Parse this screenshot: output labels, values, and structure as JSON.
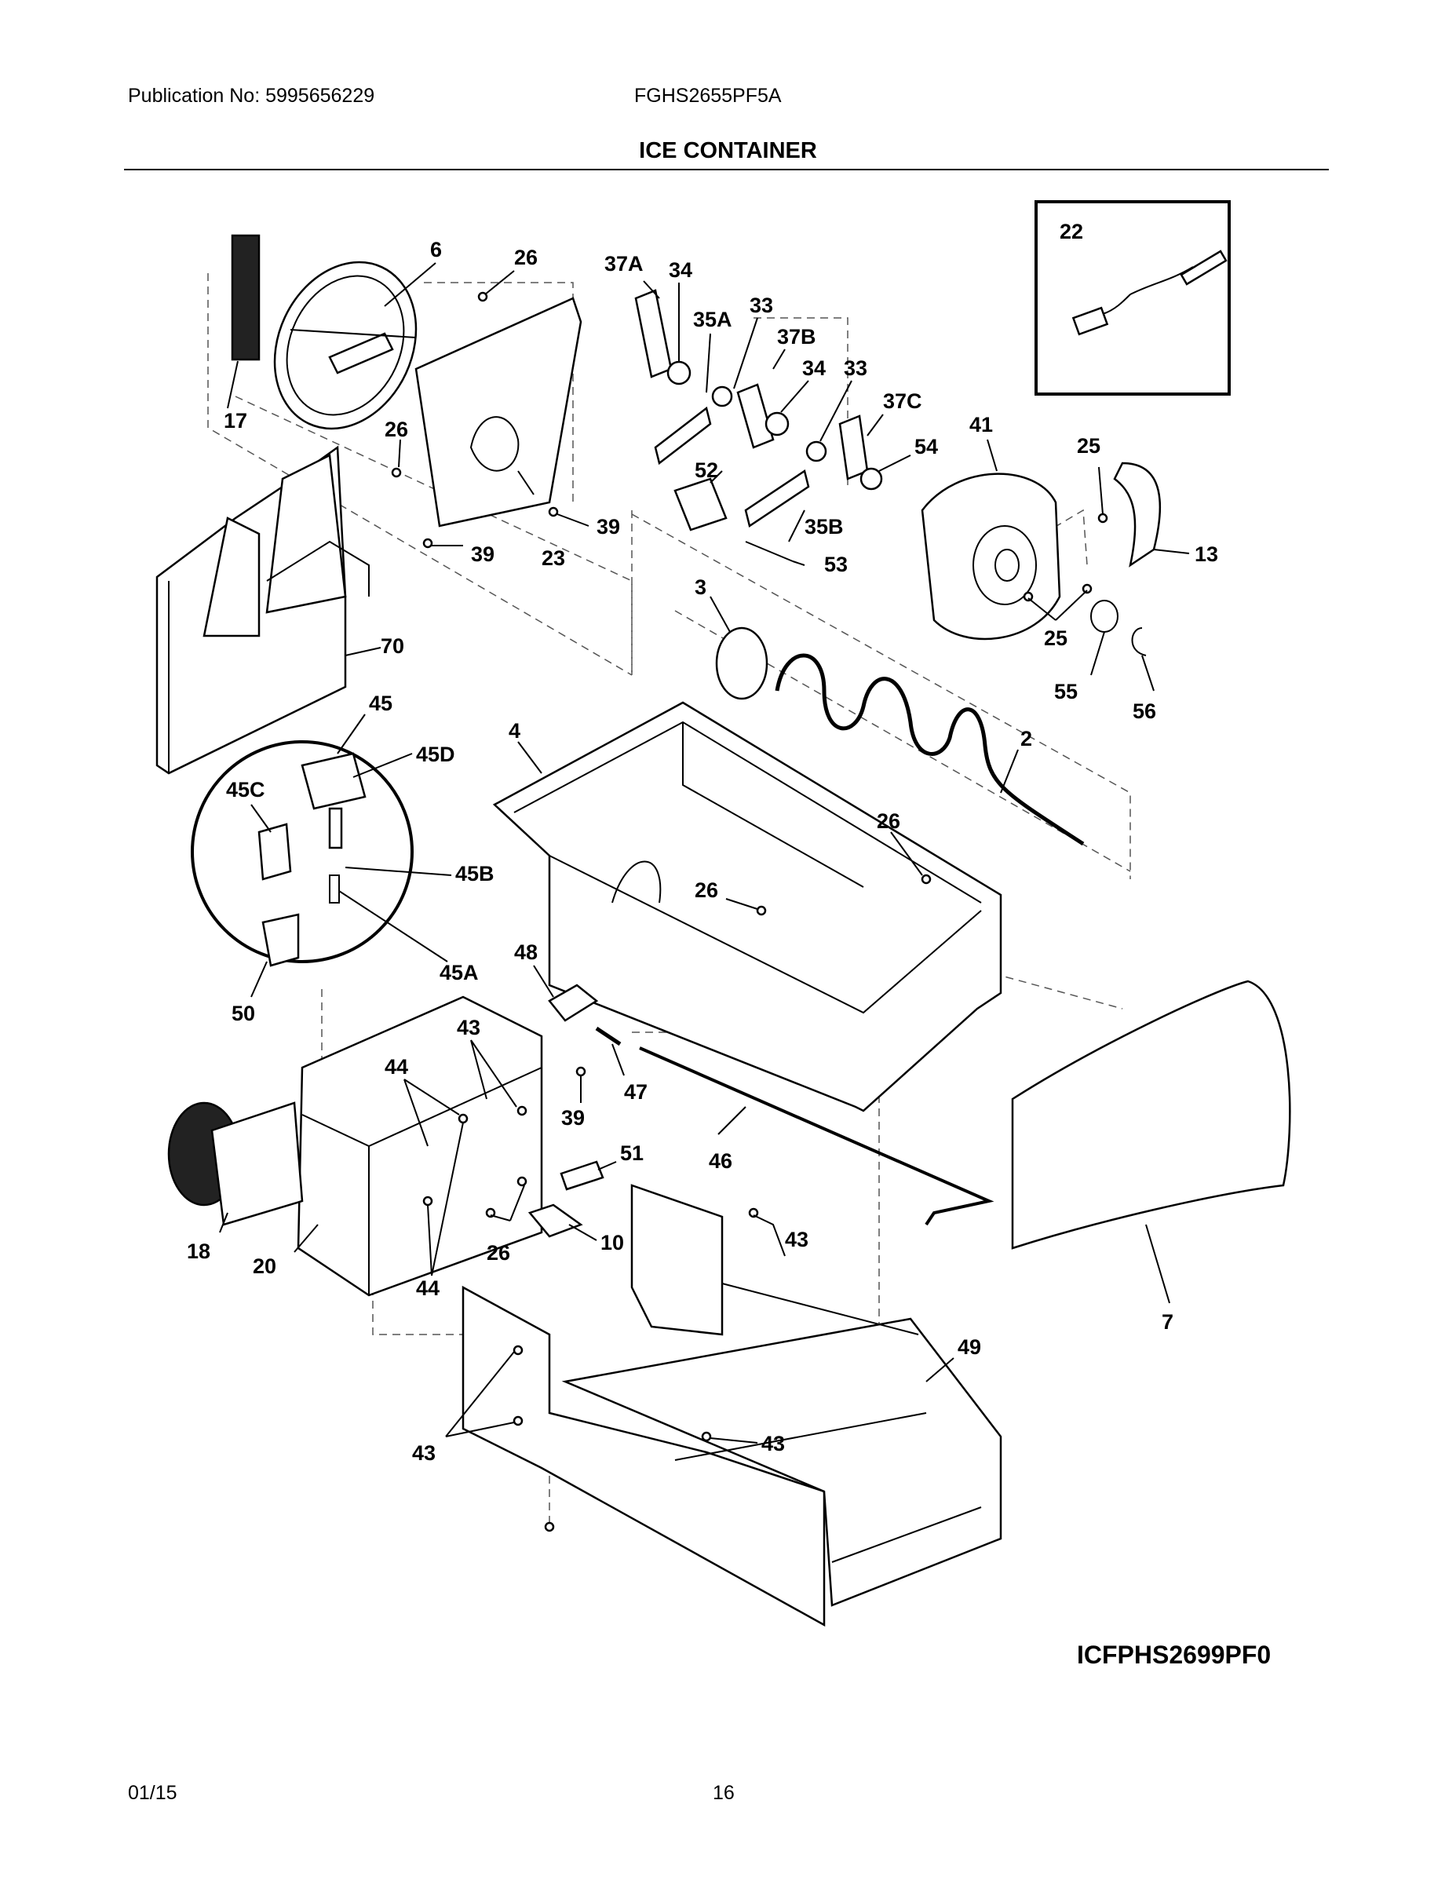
{
  "header": {
    "publication": "Publication No: 5995656229",
    "model": "FGHS2655PF5A",
    "title": "ICE CONTAINER"
  },
  "figure_id": "ICFPHS2699PF0",
  "footer": {
    "date": "01/15",
    "page": "16"
  },
  "callouts": {
    "c6": "6",
    "c26a": "26",
    "c37a": "37A",
    "c34a": "34",
    "c35a": "35A",
    "c33a": "33",
    "c37b": "37B",
    "c34b": "34",
    "c33b": "33",
    "c37c": "37C",
    "c22": "22",
    "c17": "17",
    "c26b": "26",
    "c41": "41",
    "c54": "54",
    "c25a": "25",
    "c52": "52",
    "c39a": "39",
    "c39b": "39",
    "c23": "23",
    "c35b": "35B",
    "c53": "53",
    "c13": "13",
    "c3": "3",
    "c25b": "25",
    "c70": "70",
    "c55": "55",
    "c56": "56",
    "c45": "45",
    "c4": "4",
    "c45d": "45D",
    "c2": "2",
    "c45c": "45C",
    "c26c": "26",
    "c45b": "45B",
    "c26d": "26",
    "c48": "48",
    "c45a": "45A",
    "c50": "50",
    "c43a": "43",
    "c44a": "44",
    "c47": "47",
    "c39c": "39",
    "c51": "51",
    "c46": "46",
    "c43b": "43",
    "c10": "10",
    "c18": "18",
    "c20": "20",
    "c26e": "26",
    "c44b": "44",
    "c7": "7",
    "c49": "49",
    "c43c": "43",
    "c43d": "43"
  }
}
